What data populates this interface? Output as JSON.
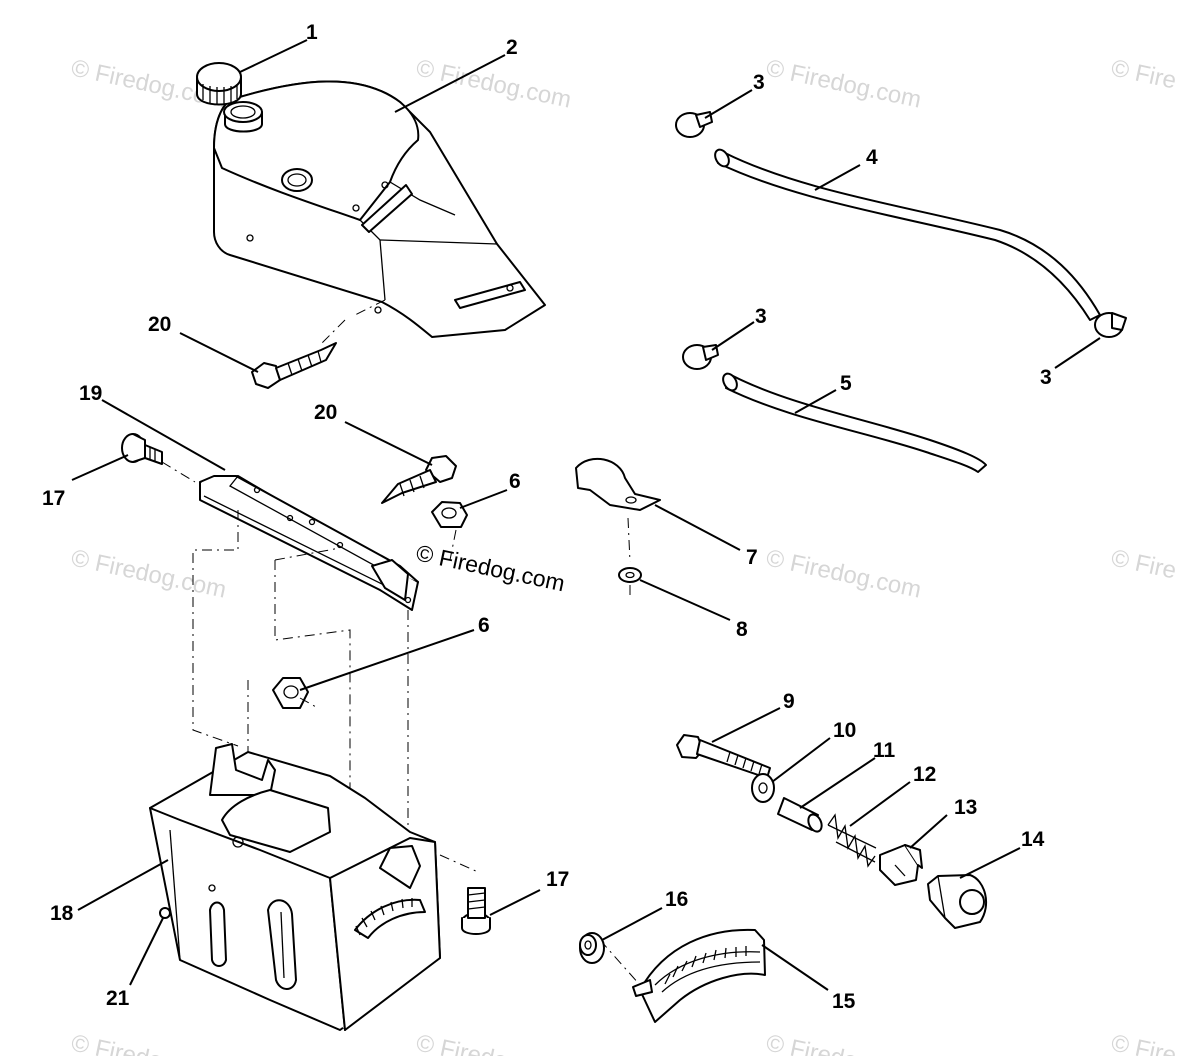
{
  "watermark": {
    "text": "© Firedog.com",
    "edge_text": "© Fire"
  },
  "callouts": [
    {
      "label": "1"
    },
    {
      "label": "2"
    },
    {
      "label": "3"
    },
    {
      "label": "4"
    },
    {
      "label": "3"
    },
    {
      "label": "3"
    },
    {
      "label": "5"
    },
    {
      "label": "20"
    },
    {
      "label": "19"
    },
    {
      "label": "20"
    },
    {
      "label": "17"
    },
    {
      "label": "6"
    },
    {
      "label": "7"
    },
    {
      "label": "8"
    },
    {
      "label": "6"
    },
    {
      "label": "9"
    },
    {
      "label": "10"
    },
    {
      "label": "11"
    },
    {
      "label": "12"
    },
    {
      "label": "13"
    },
    {
      "label": "14"
    },
    {
      "label": "17"
    },
    {
      "label": "16"
    },
    {
      "label": "18"
    },
    {
      "label": "21"
    },
    {
      "label": "15"
    }
  ],
  "colors": {
    "line": "#000000",
    "background": "#ffffff",
    "watermark": "#d6d6d6"
  }
}
